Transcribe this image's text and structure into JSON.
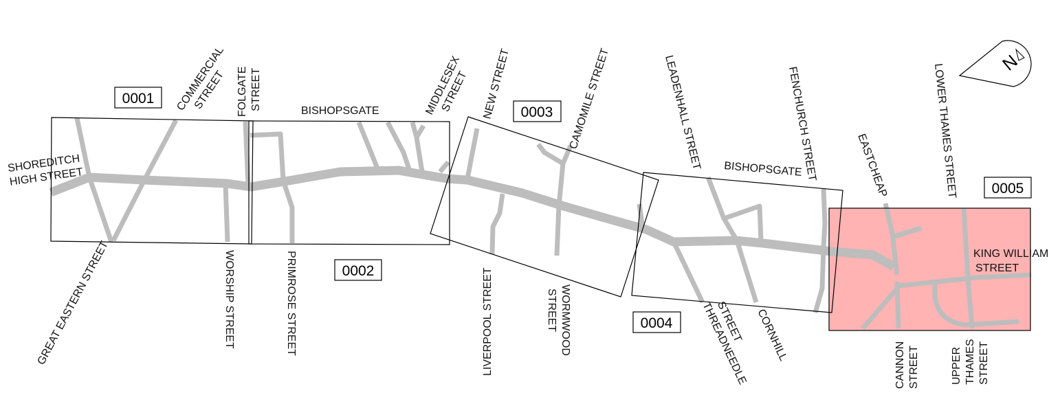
{
  "map": {
    "highlight_color": "#ff9a9a",
    "road_color": "#bdbdbd",
    "compass": {
      "letter": "N",
      "icon": "north-arrow-icon"
    },
    "sheets": [
      {
        "id": "0001"
      },
      {
        "id": "0002"
      },
      {
        "id": "0003"
      },
      {
        "id": "0004"
      },
      {
        "id": "0005",
        "highlighted": true
      }
    ],
    "streets": {
      "shoreditch": [
        "SHOREDITCH",
        "HIGH STREET"
      ],
      "commercial": [
        "COMMERCIAL",
        "STREET"
      ],
      "folgate": [
        "FOLGATE",
        "STREET"
      ],
      "bishopsgate_1": "BISHOPSGATE",
      "middlesex": [
        "MIDDLESEX",
        "STREET"
      ],
      "new_street": "NEW STREET",
      "camomile": "CAMOMILE STREET",
      "leadenhall": "LEADENHALL STREET",
      "fenchurch": "FENCHURCH STREET",
      "bishopsgate_2": "BISHOPSGATE",
      "eastcheap": "EASTCHEAP",
      "lower_thames": "LOWER THAMES STREET",
      "king_william": [
        "KING WILLIAM",
        "STREET"
      ],
      "great_eastern": "GREAT EASTERN STREET",
      "worship": "WORSHIP STREET",
      "primrose": "PRIMROSE STREET",
      "liverpool": "LIVERPOOL STREET",
      "wormwood": [
        "WORMWOOD",
        "STREET"
      ],
      "threadneedle": [
        "THREADNEEDLE",
        "STREET"
      ],
      "cornhill": "CORNHILL",
      "cannon": [
        "CANNON",
        "STREET"
      ],
      "upper_thames": [
        "UPPER",
        "THAMES",
        "STREET"
      ]
    }
  }
}
